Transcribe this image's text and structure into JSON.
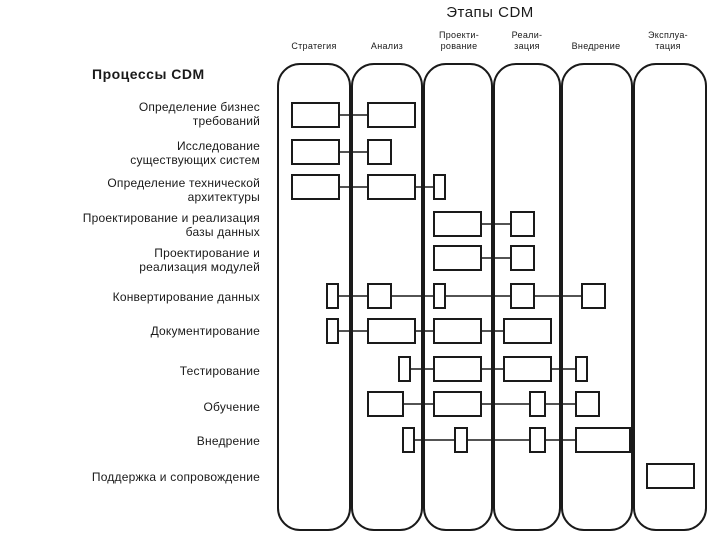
{
  "title": "Этапы CDM",
  "processes_title": "Процессы CDM",
  "stages": [
    {
      "label": "Стратегия"
    },
    {
      "label": "Анализ"
    },
    {
      "label": "Проекти-\nрование"
    },
    {
      "label": "Реали-\nзация"
    },
    {
      "label": "Внедрение"
    },
    {
      "label": "Эксплуа-\nтация"
    }
  ],
  "processes": [
    {
      "label": "Определение бизнес\nтребований"
    },
    {
      "label": "Исследование\nсуществующих систем"
    },
    {
      "label": "Определение технической\nархитектуры"
    },
    {
      "label": "Проектирование и реализация\nбазы данных"
    },
    {
      "label": "Проектирование и\nреализация модулей"
    },
    {
      "label": "Конвертирование данных"
    },
    {
      "label": "Документирование"
    },
    {
      "label": "Тестирование"
    },
    {
      "label": "Обучение"
    },
    {
      "label": "Внедрение"
    },
    {
      "label": "Поддержка и сопровождение"
    }
  ]
}
